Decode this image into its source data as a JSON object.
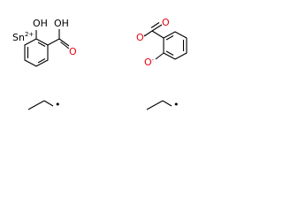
{
  "structure": {
    "sn_symbol": "Sn",
    "sn_charge": "2+",
    "oh_label": "OH",
    "o_label": "O",
    "o_charge": "-",
    "radical_dot": "•",
    "colors": {
      "bond": "#000000",
      "heteroatom": "#e8000b",
      "metal": "#000000"
    }
  }
}
